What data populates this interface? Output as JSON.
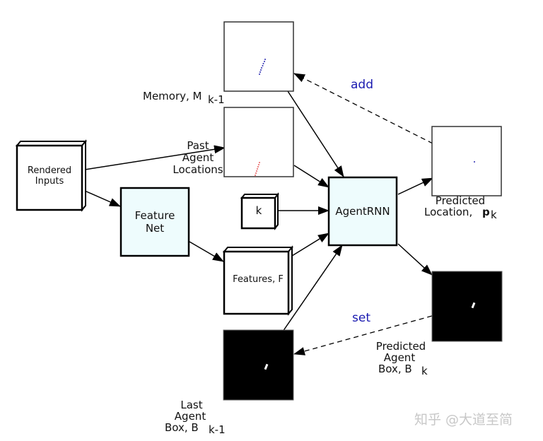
{
  "nodes": {
    "rendered_inputs": {
      "line1": "Rendered",
      "line2": "Inputs"
    },
    "feature_net": {
      "line1": "Feature",
      "line2": "Net"
    },
    "k_input": {
      "label": "k"
    },
    "agent_rnn": {
      "label": "AgentRNN"
    },
    "features": {
      "label": "Features, F"
    }
  },
  "captions": {
    "memory": {
      "main": "Memory, M",
      "sub": "k-1"
    },
    "past_locations": {
      "line1": "Past",
      "line2": "Agent",
      "line3": "Locations"
    },
    "predicted_location": {
      "line1": "Predicted",
      "line2": "Location,",
      "bold": "p",
      "sub": "k"
    },
    "predicted_box": {
      "line1": "Predicted",
      "line2": "Agent",
      "line3": "Box, B",
      "sub": "k"
    },
    "last_box": {
      "line1": "Last",
      "line2": "Agent",
      "line3": "Box, B",
      "sub": "k-1"
    }
  },
  "operations": {
    "add": "add",
    "set": "set"
  },
  "colors": {
    "node_fill": "#eefcfd",
    "memory_trace": "#2b2bb0",
    "past_trace": "#e03030",
    "operation_text": "#1a1ab0",
    "box_image": "#000000"
  },
  "watermark": "知乎 @大道至简"
}
